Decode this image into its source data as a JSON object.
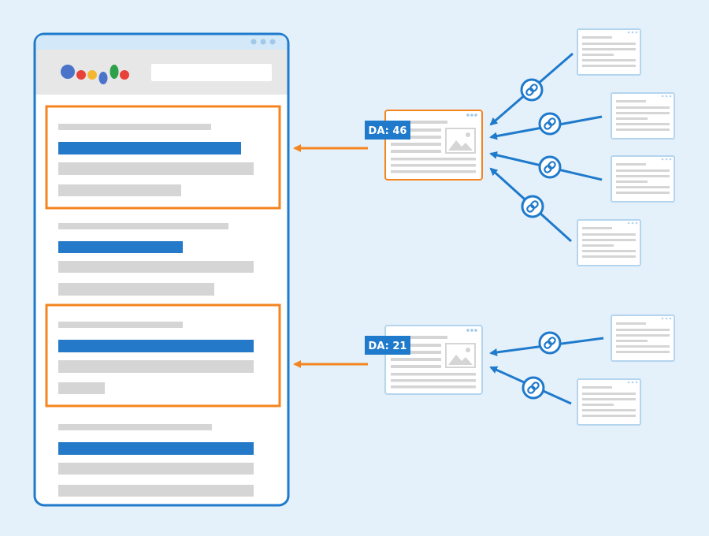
{
  "colors": {
    "background": "#e4f1fb",
    "frame_blue": "#1f7acb",
    "highlight_orange": "#f5841f",
    "placeholder_gray": "#d5d5d5",
    "result_title_blue": "#2479c8",
    "page_border_light": "#b5d5ee",
    "logo": [
      "#4a73c9",
      "#e8413a",
      "#f4b733",
      "#4a73c9",
      "#2fa04a",
      "#e8413a"
    ]
  },
  "icons": {
    "search_logo": "colored-dots-logo-icon",
    "window_dots": "window-controls-icon",
    "link": "chain-link-icon",
    "image": "image-placeholder-icon"
  },
  "referring_pages": [
    {
      "badge": "DA: 46",
      "highlighted": true,
      "incoming_links": 4,
      "ranks_result": 1
    },
    {
      "badge": "DA: 21",
      "highlighted": false,
      "incoming_links": 2,
      "ranks_result": 3
    }
  ],
  "search_results": [
    {
      "highlighted": true
    },
    {
      "highlighted": false
    },
    {
      "highlighted": true
    },
    {
      "highlighted": false
    }
  ]
}
